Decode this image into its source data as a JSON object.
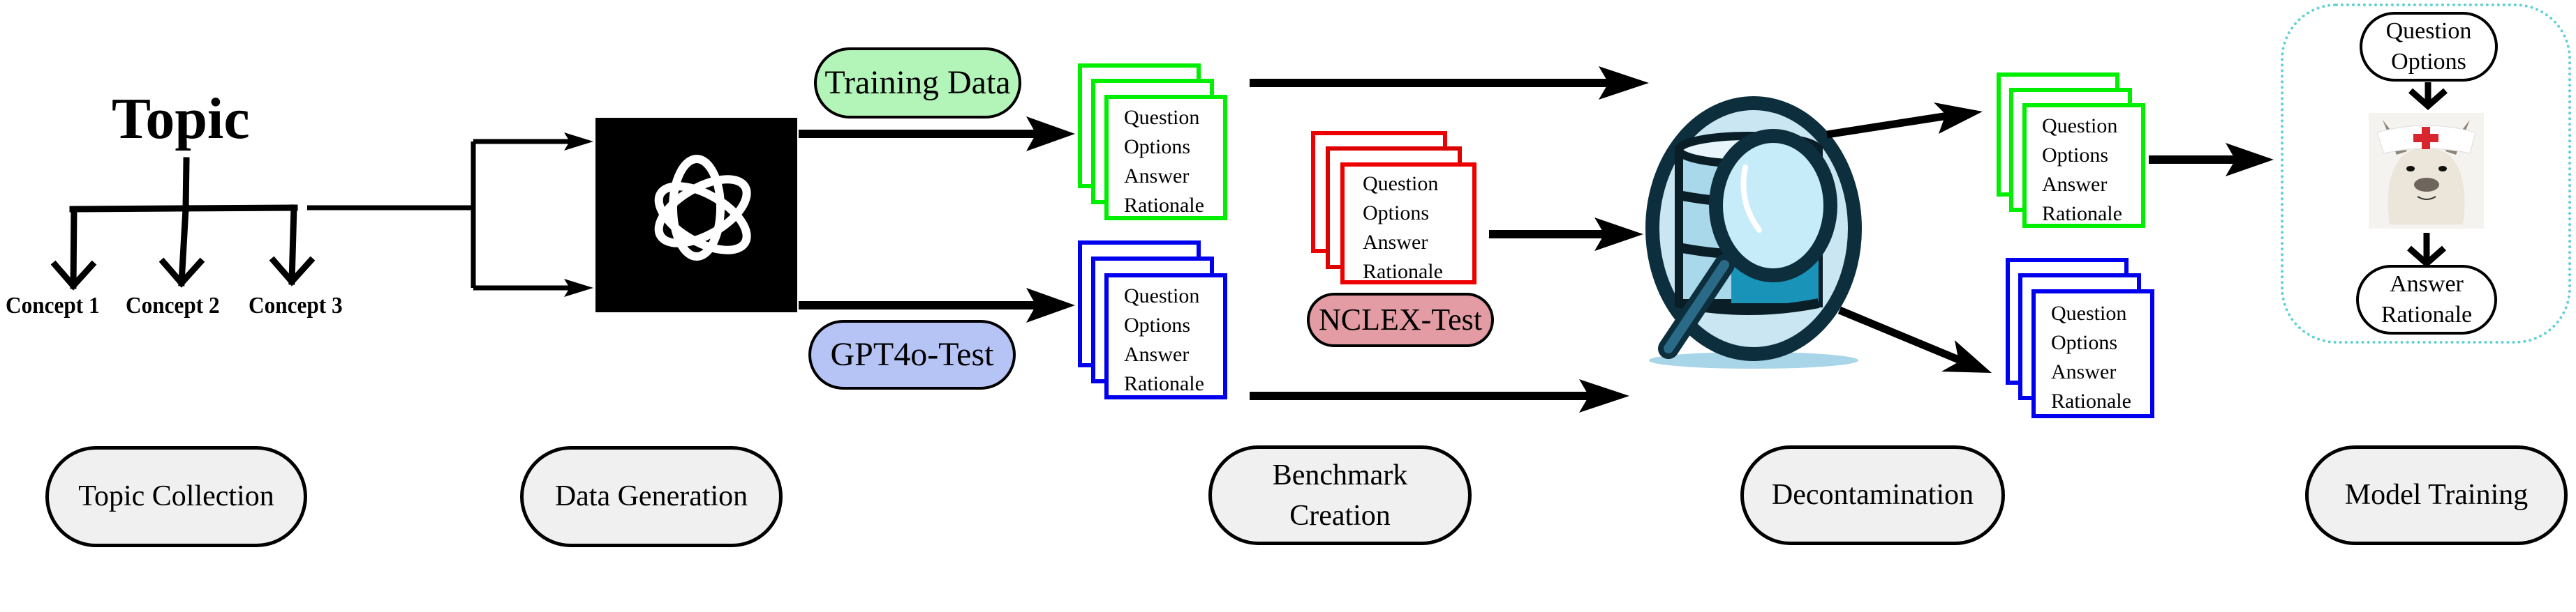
{
  "diagram": {
    "topic_collection": {
      "topic_label": "Topic",
      "concepts": [
        "Concept 1",
        "Concept 2",
        "Concept 3"
      ]
    },
    "data_generation": {
      "generator_icon": "openai-logo-icon",
      "outputs": {
        "training": "Training Data",
        "test": "GPT4o-Test"
      }
    },
    "benchmark": {
      "external_test": "NCLEX-Test"
    },
    "record_fields": [
      "Question",
      "Options",
      "Answer",
      "Rationale"
    ],
    "decontamination_icon": "database-magnifier-icon",
    "model_training": {
      "input_lines": [
        "Question",
        "Options"
      ],
      "model_icon": "nurse-llama-icon",
      "output_lines": [
        "Answer",
        "Rationale"
      ]
    },
    "stages": [
      {
        "label": "Topic Collection"
      },
      {
        "label": "Data Generation"
      },
      {
        "label": "Benchmark Creation",
        "lines": [
          "Benchmark",
          "Creation"
        ]
      },
      {
        "label": "Decontamination"
      },
      {
        "label": "Model Training"
      }
    ],
    "colors": {
      "training": "#00ee00",
      "gpt4o_test": "#0000ee",
      "nclex": "#ee0000",
      "training_pill": "#b3f5b8",
      "gpt4o_pill": "#b6c3f5",
      "nclex_pill": "#e39ca3",
      "stage_fill": "#f0f0f0",
      "dotted_border": "#5fd0d6"
    }
  }
}
